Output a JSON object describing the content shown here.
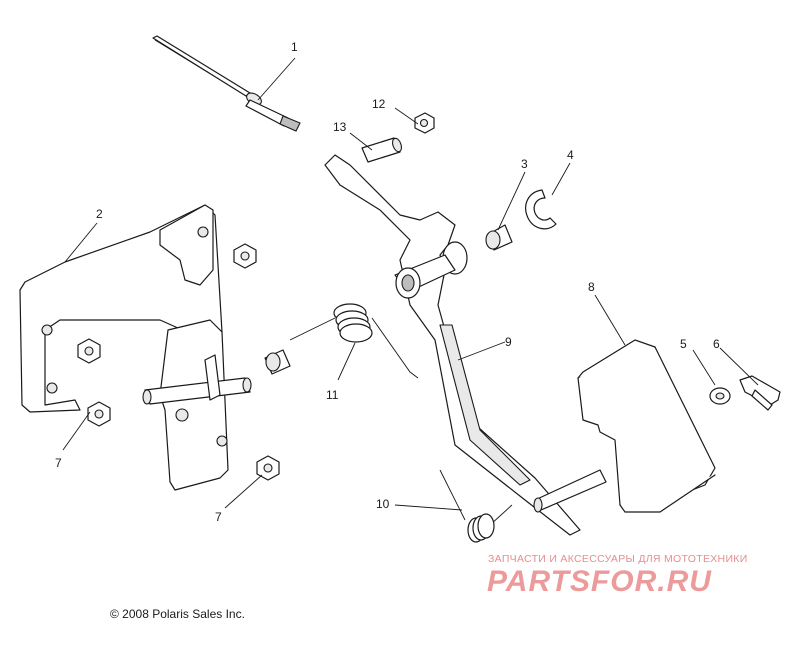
{
  "callouts": {
    "c1": "1",
    "c2": "2",
    "c3": "3",
    "c4": "4",
    "c5": "5",
    "c6": "6",
    "c7a": "7",
    "c7b": "7",
    "c8": "8",
    "c9": "9",
    "c10": "10",
    "c11": "11",
    "c12": "12",
    "c13": "13"
  },
  "copyright": "© 2008 Polaris Sales Inc.",
  "watermark": {
    "subtitle": "ЗАПЧАСТИ И АКСЕССУАРЫ ДЛЯ МОТОТЕХНИКИ",
    "logo": "PARTSFOR.RU"
  },
  "colors": {
    "line": "#1a1a1a",
    "watermark": "#ec9a9a"
  }
}
